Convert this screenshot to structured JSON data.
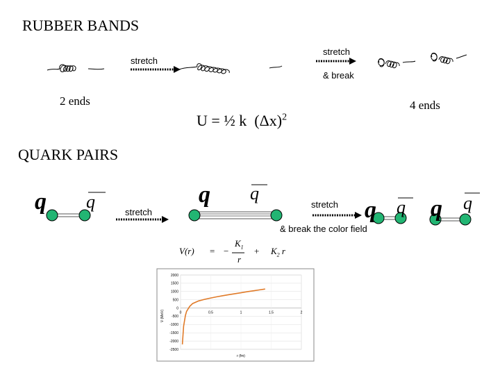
{
  "sections": {
    "rubber_bands_title": "RUBBER BANDS",
    "quark_pairs_title": "QUARK PAIRS"
  },
  "rubber": {
    "stretch_label_1": "stretch",
    "stretch_label_2": "stretch",
    "break_label": "& break",
    "ends_left": "2 ends",
    "ends_right": "4 ends",
    "energy_formula": "U = ½ k  (Δx)",
    "energy_exponent": "2"
  },
  "quark": {
    "q_symbol": "q",
    "qbar_symbol": "q",
    "stretch_label_1": "stretch",
    "stretch_label_2": "stretch",
    "break_label": "& break the color field",
    "potential_formula": {
      "lhs": "V(r)",
      "eq": "=",
      "minus": "−",
      "k1": "K",
      "k1_sub": "1",
      "denominator": "r",
      "plus": "+",
      "k2": "K",
      "k2_sub": "2",
      "k2_var": "r"
    }
  },
  "colors": {
    "quark_ball": "#22b573",
    "curve": "#e07a28",
    "arrow": "#000000"
  },
  "chart_data": {
    "type": "line",
    "title": "",
    "xlabel": "r (fm)",
    "ylabel": "V (MeV)",
    "xlim": [
      0,
      2
    ],
    "ylim": [
      -2500,
      2000
    ],
    "x_ticks": [
      "0",
      "0.5",
      "1",
      "1.5",
      "2"
    ],
    "y_ticks": [
      "2000",
      "1500",
      "1000",
      "500",
      "0",
      "-500",
      "-1000",
      "-1500",
      "-2000",
      "-2500"
    ],
    "grid": true,
    "series": [
      {
        "x": [
          0.03,
          0.05,
          0.08,
          0.1,
          0.15,
          0.2,
          0.3,
          0.4,
          0.5,
          0.6,
          0.7,
          0.8,
          0.9,
          1.0,
          1.1,
          1.2,
          1.3,
          1.4
        ],
        "values": [
          -2200,
          -1100,
          -450,
          -200,
          95,
          270,
          430,
          530,
          610,
          680,
          745,
          810,
          870,
          925,
          985,
          1040,
          1095,
          1150
        ]
      }
    ]
  }
}
